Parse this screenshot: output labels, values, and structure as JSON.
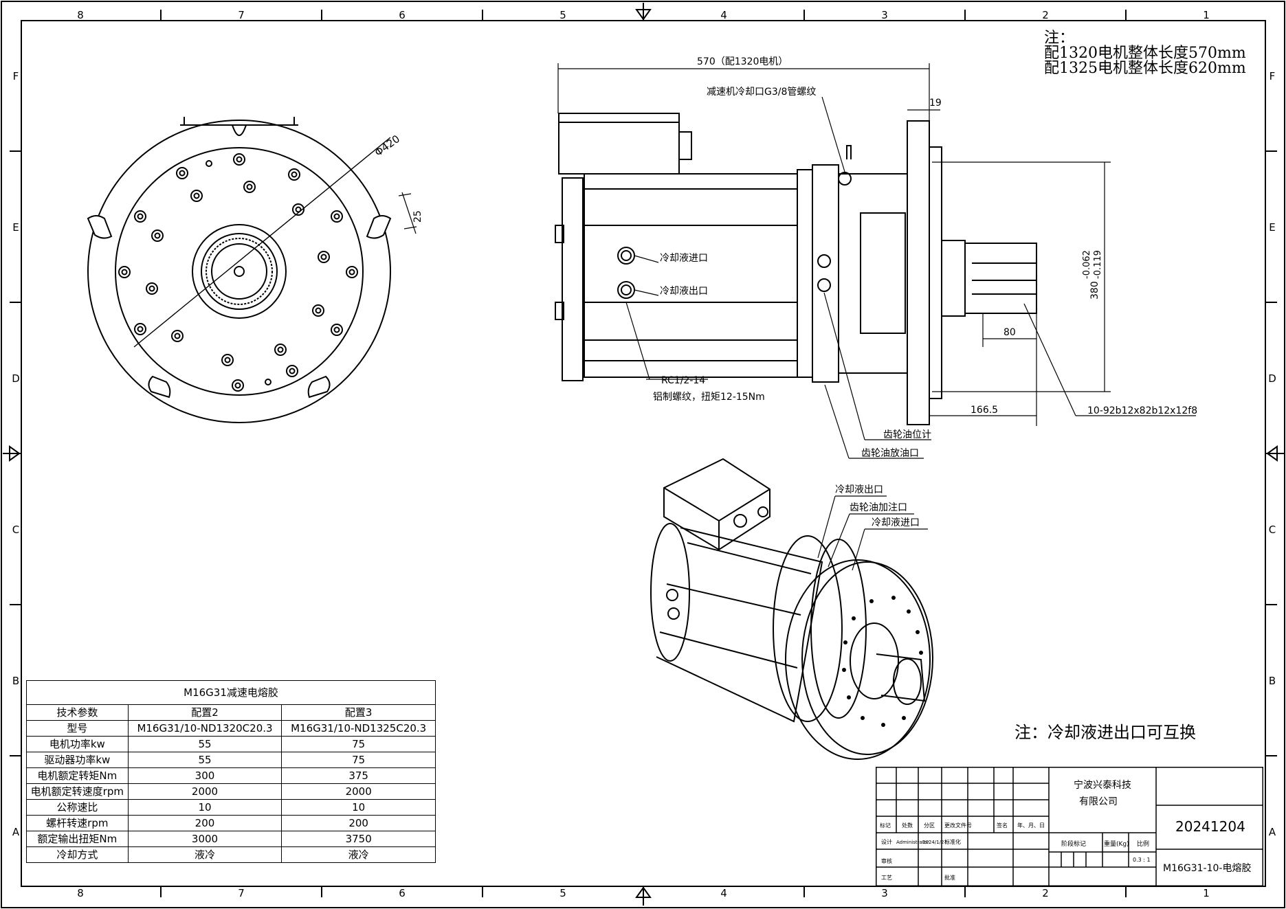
{
  "border": {
    "top_cols": [
      "8",
      "7",
      "6",
      "5",
      "4",
      "3",
      "2",
      "1"
    ],
    "rows": [
      "F",
      "E",
      "D",
      "C",
      "B",
      "A"
    ]
  },
  "notes": {
    "head": "注：",
    "line1": "配1320电机整体长度570mm",
    "line2": "配1325电机整体长度620mm",
    "coolant": "注：冷却液进出口可互换"
  },
  "front_view": {
    "diameter": "Φ420",
    "slot": "25"
  },
  "side_view": {
    "length_dim": "570（配1320电机）",
    "reducer_cooling": "减速机冷却口G3/8管螺纹",
    "dim_19": "19",
    "coolant_in": "冷却液进口",
    "coolant_out": "冷却液出口",
    "thread": "RC1/2-14",
    "thread_note": "铝制螺纹，扭矩12-15Nm",
    "dim_80": "80",
    "dim_166": "166.5",
    "spline": "10-92b12x82b12x12f8",
    "dim_380": "380",
    "tol_upper": "-0.062",
    "tol_lower": "-0.119",
    "oil_level": "齿轮油位计",
    "oil_drain": "齿轮油放油口"
  },
  "iso_view": {
    "coolant_out": "冷却液出口",
    "oil_fill": "齿轮油加注口",
    "coolant_in": "冷却液进口"
  },
  "spec_table": {
    "title": "M16G31减速电熔胶",
    "headers": [
      "技术参数",
      "配置2",
      "配置3"
    ],
    "rows": [
      [
        "型号",
        "M16G31/10-ND1320C20.3",
        "M16G31/10-ND1325C20.3"
      ],
      [
        "电机功率kw",
        "55",
        "75"
      ],
      [
        "驱动器功率kw",
        "55",
        "75"
      ],
      [
        "电机额定转矩Nm",
        "300",
        "375"
      ],
      [
        "电机额定转速度rpm",
        "2000",
        "2000"
      ],
      [
        "公称速比",
        "10",
        "10"
      ],
      [
        "螺杆转速rpm",
        "200",
        "200"
      ],
      [
        "额定输出扭矩Nm",
        "3000",
        "3750"
      ],
      [
        "冷却方式",
        "液冷",
        "液冷"
      ]
    ]
  },
  "title_block": {
    "company1": "宁波兴泰科技",
    "company2": "有限公司",
    "drawing_no": "20241204",
    "part_name": "M16G31-10-电熔胶",
    "hdr": [
      "标记",
      "处数",
      "分区",
      "更改文件号",
      "签名",
      "年、月、日"
    ],
    "design": "设计",
    "designer": "Administrator",
    "date": "2024/1/27",
    "std": "标准化",
    "stage": "阶段标记",
    "weight": "重量(Kg)",
    "scale_label": "比例",
    "scale": "0.3 : 1",
    "review": "审核",
    "process": "工艺",
    "approve": "批准"
  }
}
